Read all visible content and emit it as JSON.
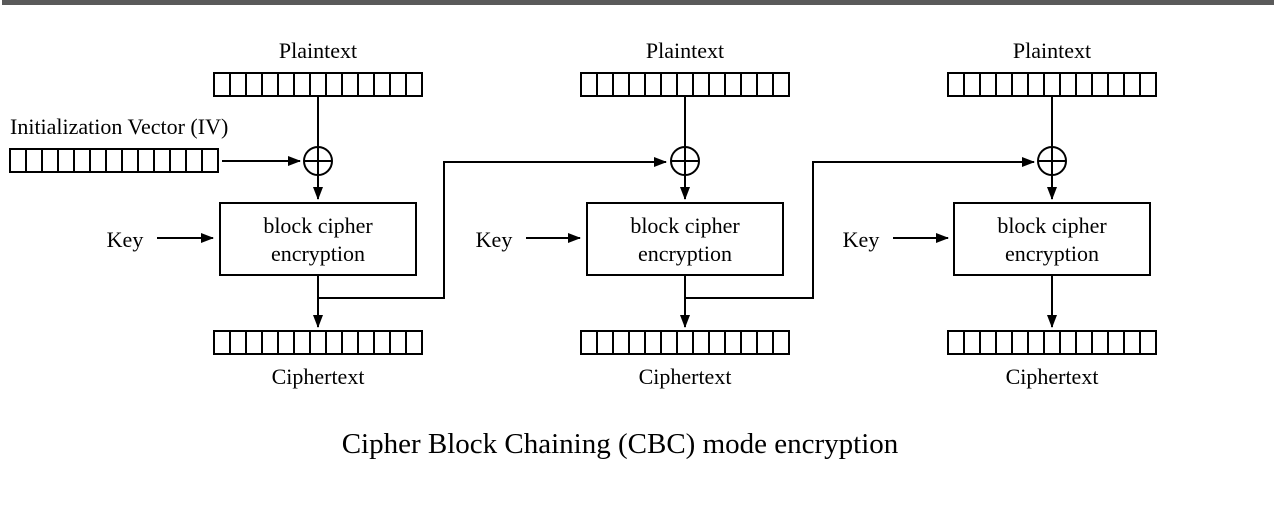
{
  "top_bar_color": "#5a5a5a",
  "line_color": "#000000",
  "background_color": "#ffffff",
  "diagram": {
    "caption": "Cipher Block Chaining (CBC) mode encryption",
    "iv_label": "Initialization Vector (IV)",
    "cells_per_block": 13,
    "xor_symbol": "circled-plus",
    "columns": [
      {
        "plaintext_label": "Plaintext",
        "key_label": "Key",
        "box_label_line1": "block cipher",
        "box_label_line2": "encryption",
        "ciphertext_label": "Ciphertext"
      },
      {
        "plaintext_label": "Plaintext",
        "key_label": "Key",
        "box_label_line1": "block cipher",
        "box_label_line2": "encryption",
        "ciphertext_label": "Ciphertext"
      },
      {
        "plaintext_label": "Plaintext",
        "key_label": "Key",
        "box_label_line1": "block cipher",
        "box_label_line2": "encryption",
        "ciphertext_label": "Ciphertext"
      }
    ]
  }
}
